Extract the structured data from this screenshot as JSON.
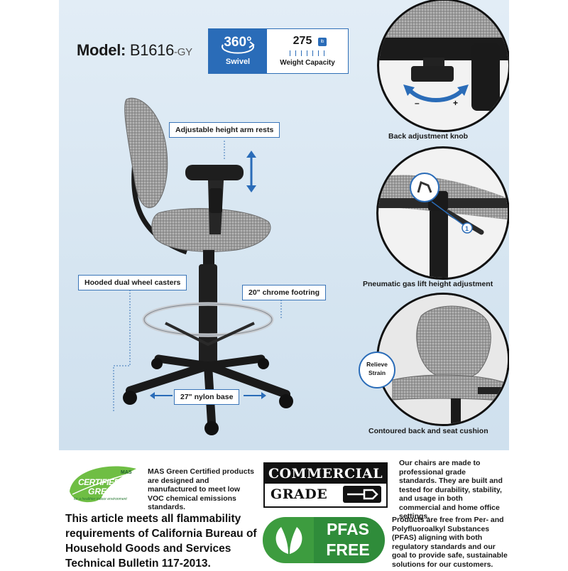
{
  "model": {
    "label": "Model:",
    "code": "B1616",
    "suffix": "-GY"
  },
  "swivel": {
    "degrees": "360°",
    "label": "Swivel"
  },
  "weight": {
    "value": "275",
    "unit": "lb",
    "label": "Weight Capacity"
  },
  "labels": {
    "arm_rests": "Adjustable height arm rests",
    "casters": "Hooded dual wheel casters",
    "footring": "20\" chrome footring",
    "base": "27\" nylon base"
  },
  "circles": {
    "knob_caption": "Back adjustment knob",
    "knob_minus": "–",
    "knob_plus": "+",
    "lift_caption": "Pneumatic gas lift height adjustment",
    "lift_marker": "1",
    "cushion_caption": "Contoured back and seat cushion",
    "relieve": "Relieve",
    "strain": "Strain"
  },
  "mas": {
    "logo_top": "MAS",
    "logo_main_1": "CERTIFIED",
    "logo_main_2": "GREEN",
    "logo_tag": "for a healthier indoor environment",
    "text": "MAS Green Certified products are designed and manufactured to meet low VOC chemical emissions standards."
  },
  "commercial": {
    "line1": "COMMERCIAL",
    "line2": "GRADE",
    "text": "Our chairs are made to professional grade standards. They are built and tested for durability, stability, and usage in both commercial and home office settings."
  },
  "flammability": "This article meets all flammability requirements of California Bureau of Household Goods and Services Technical Bulletin 117-2013.",
  "pfas": {
    "line1": "PFAS",
    "line2": "FREE",
    "text": "Products are free from Per- and Polyfluoroalkyl Substances (PFAS) aligning with both regulatory standards and our goal to provide safe, sustainable solutions for our customers."
  }
}
